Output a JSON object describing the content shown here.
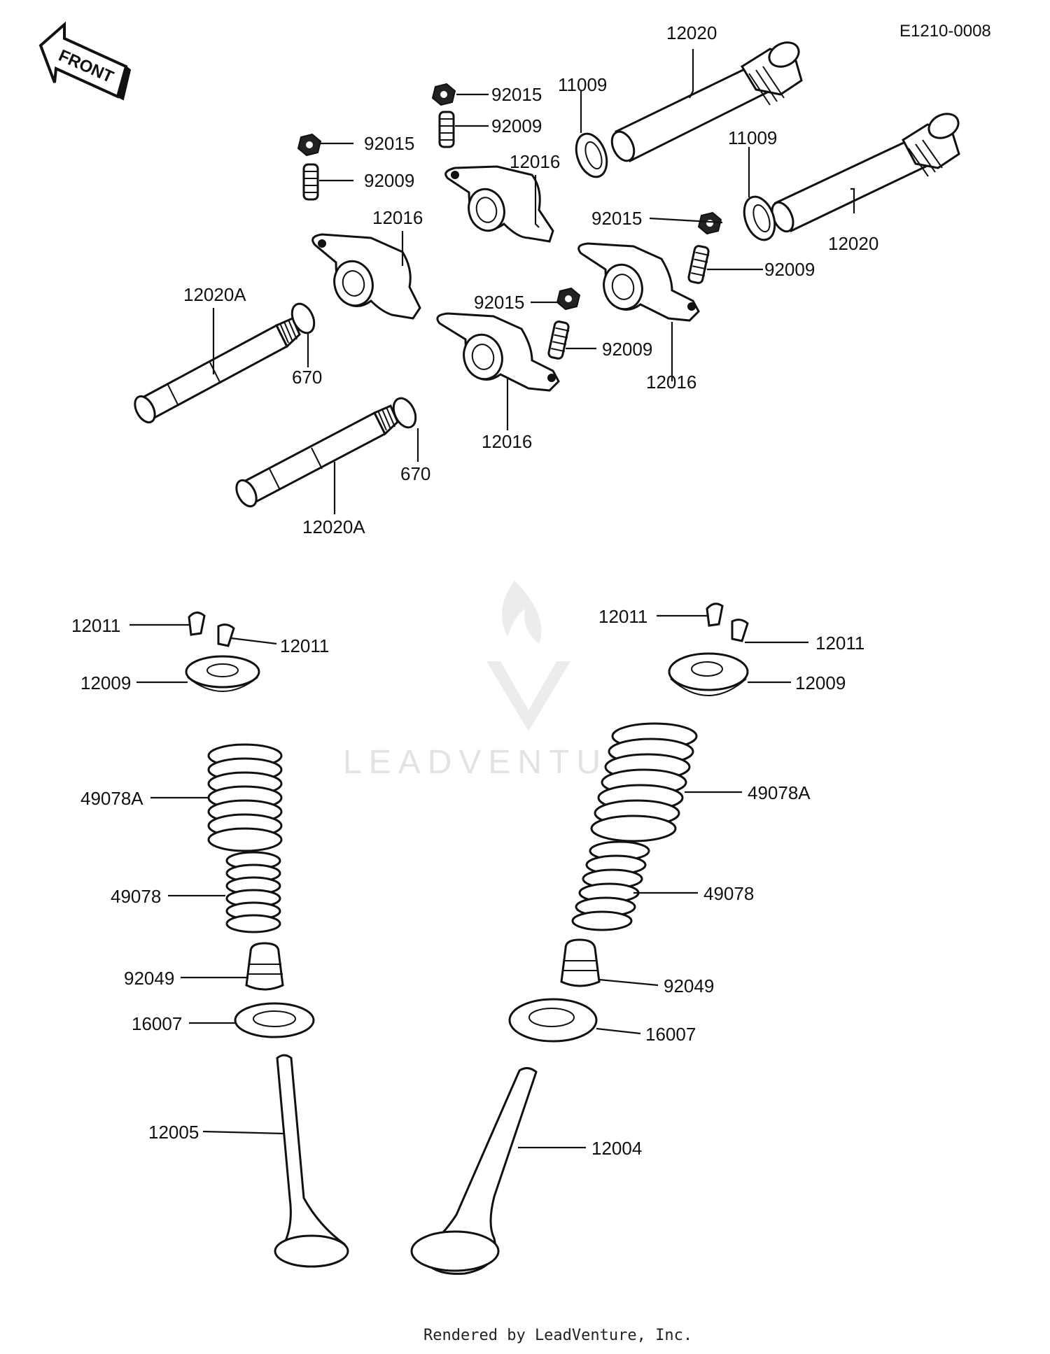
{
  "diagram_id": "E1210-0008",
  "front_arrow": {
    "text": "FRONT",
    "icon": "front-arrow-icon"
  },
  "watermark": "LEADVENTURE",
  "footer": "Rendered by LeadVenture, Inc.",
  "labels": {
    "p12020_top": "12020",
    "p12020_right": "12020",
    "p11009_a": "11009",
    "p11009_b": "11009",
    "p92015_a": "92015",
    "p92009_a": "92009",
    "p92015_b": "92015",
    "p92009_b": "92009",
    "p12016_a": "12016",
    "p12016_b": "12016",
    "p92015_c": "92015",
    "p92009_c": "92009",
    "p92015_d": "92015",
    "p92009_d": "92009",
    "p12016_c": "12016",
    "p12016_d": "12016",
    "p12020A_a": "12020A",
    "p12020A_b": "12020A",
    "p670_a": "670",
    "p670_b": "670",
    "p12011_l1": "12011",
    "p12011_l2": "12011",
    "p12009_l": "12009",
    "p49078A_l": "49078A",
    "p49078_l": "49078",
    "p92049_l": "92049",
    "p16007_l": "16007",
    "p12005": "12005",
    "p12011_r1": "12011",
    "p12011_r2": "12011",
    "p12009_r": "12009",
    "p49078A_r": "49078A",
    "p49078_r": "49078",
    "p92049_r": "92049",
    "p16007_r": "16007",
    "p12004": "12004"
  }
}
